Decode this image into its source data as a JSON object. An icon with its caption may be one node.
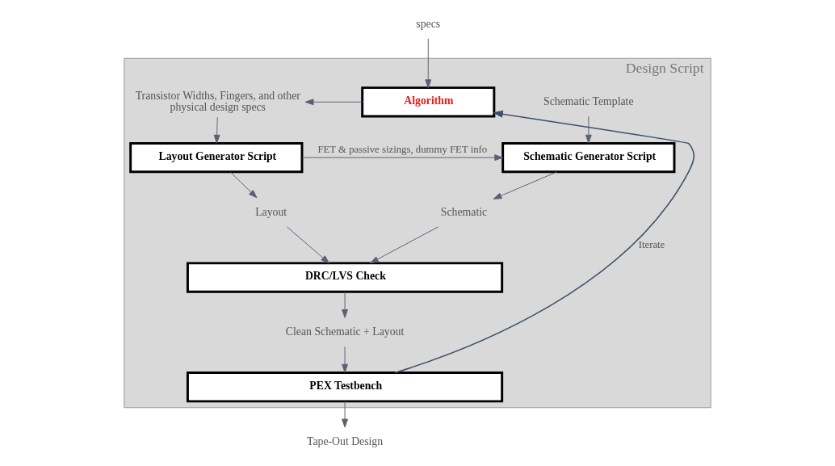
{
  "diagram": {
    "nodes": [
      {
        "text": [
          "Design Script"
        ]
      },
      {
        "text": [
          "specs"
        ]
      },
      {
        "text": [
          "Algorithm"
        ],
        "in": 0
      },
      {
        "text": [
          "Transistor Widths, Fingers, and other physical design specs"
        ],
        "in": 0
      },
      {
        "text": [
          "Schematic Template"
        ],
        "in": 0
      },
      {
        "text": [
          "Layout Generator Script"
        ],
        "in": 0
      },
      {
        "text": [
          "Schematic Generator Script"
        ],
        "in": 0
      },
      {
        "text": [
          "Layout"
        ],
        "in": 0
      },
      {
        "text": [
          "Schematic"
        ],
        "in": 0
      },
      {
        "text": [
          "DRC/LVS Check"
        ],
        "in": 0
      },
      {
        "text": [
          "Clean Schematic + Layout"
        ],
        "in": 0
      },
      {
        "text": [
          "PEX Testbench"
        ],
        "in": 0
      },
      {
        "text": [
          "Tape-Out Design"
        ]
      }
    ],
    "edges": [
      {
        "from": 1,
        "to": 2,
        "arrow": "to"
      },
      {
        "from": 2,
        "to": 3,
        "arrow": "to"
      },
      {
        "from": 3,
        "to": 5,
        "arrow": "to"
      },
      {
        "from": 5,
        "to": 6,
        "arrow": "to",
        "label": "FET & passive sizings, dummy FET info"
      },
      {
        "from": 4,
        "to": 6,
        "arrow": "to"
      },
      {
        "from": 5,
        "to": 7,
        "arrow": "to"
      },
      {
        "from": 6,
        "to": 8,
        "arrow": "to"
      },
      {
        "from": 7,
        "to": 9,
        "arrow": "to"
      },
      {
        "from": 8,
        "to": 9,
        "arrow": "to"
      },
      {
        "from": 9,
        "to": 10,
        "arrow": "to"
      },
      {
        "from": 10,
        "to": 11,
        "arrow": "to"
      },
      {
        "from": 11,
        "to": 2,
        "arrow": "to",
        "label": "Iterate",
        "color": "#3d5068"
      },
      {
        "from": 11,
        "to": 12,
        "arrow": "to"
      }
    ]
  }
}
